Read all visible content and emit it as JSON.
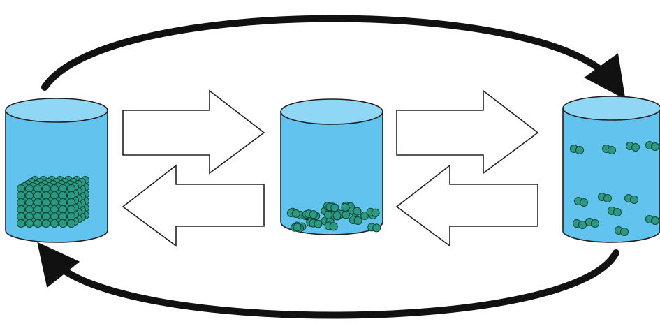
{
  "diagram": {
    "colors": {
      "background": "#ffffff",
      "liquid": "#62c3ee",
      "liquid_top": "#8fd7f5",
      "cylinder_outline": "#1f1f1f",
      "particle_fill": "#2a9a82",
      "particle_stroke": "#0f3f33",
      "block_arrow_fill": "#ffffff",
      "block_arrow_stroke": "#222222",
      "cycle_arrow": "#111111"
    },
    "containers": [
      {
        "name": "left-container",
        "particle_arrangement": "ordered-lattice"
      },
      {
        "name": "middle-container",
        "particle_arrangement": "packed-at-bottom"
      },
      {
        "name": "right-container",
        "particle_arrangement": "dispersed-throughout"
      }
    ],
    "block_arrows": [
      {
        "name": "left-to-middle",
        "direction": "right"
      },
      {
        "name": "middle-to-left",
        "direction": "left"
      },
      {
        "name": "middle-to-right",
        "direction": "right"
      },
      {
        "name": "right-to-middle",
        "direction": "left"
      }
    ],
    "cycle_arrows": [
      {
        "name": "top-cycle",
        "direction": "left-to-right"
      },
      {
        "name": "bottom-cycle",
        "direction": "right-to-left"
      }
    ]
  }
}
